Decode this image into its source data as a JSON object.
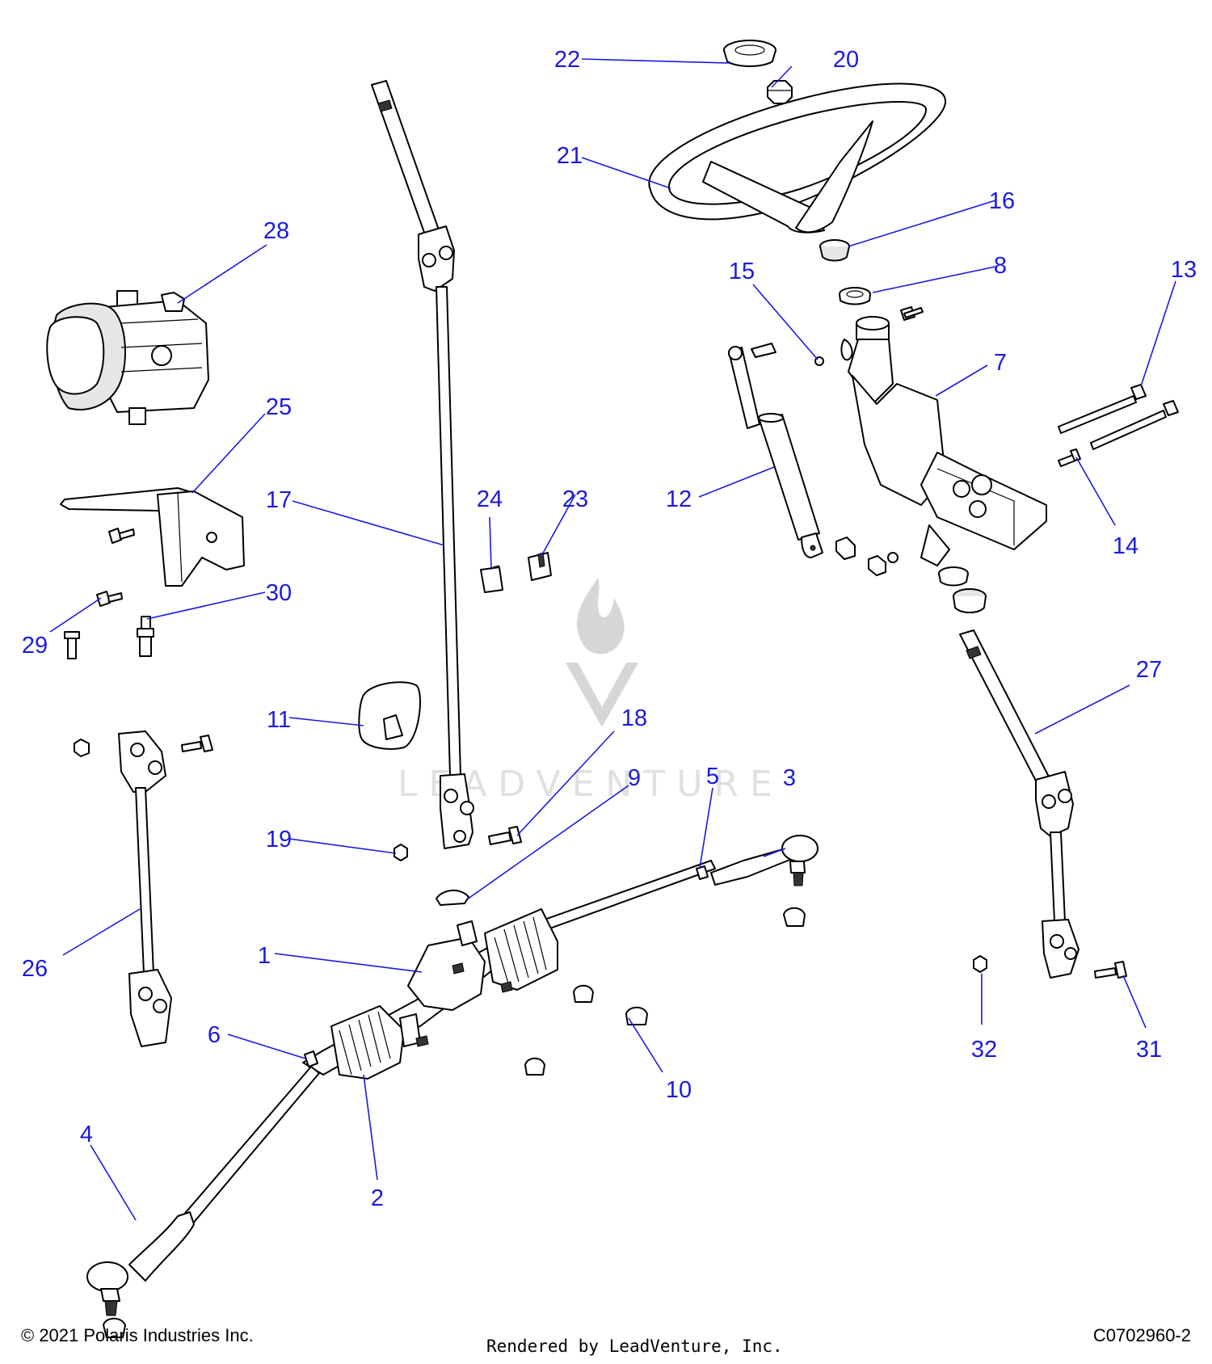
{
  "footer": {
    "copyright": "© 2021 Polaris Industries Inc.",
    "rendered_by": "Rendered by LeadVenture, Inc.",
    "drawing_id": "C0702960-2"
  },
  "watermark": {
    "text": "LEADVENTURE"
  },
  "colors": {
    "label": "#1a1ae0",
    "line": "#000000"
  },
  "callouts": {
    "c1": "1",
    "c2": "2",
    "c3": "3",
    "c4": "4",
    "c5": "5",
    "c6": "6",
    "c7": "7",
    "c8": "8",
    "c9": "9",
    "c10": "10",
    "c11": "11",
    "c12": "12",
    "c13": "13",
    "c14": "14",
    "c15": "15",
    "c16": "16",
    "c17": "17",
    "c18": "18",
    "c19": "19",
    "c20": "20",
    "c21": "21",
    "c22": "22",
    "c23": "23",
    "c24": "24",
    "c25": "25",
    "c26": "26",
    "c27": "27",
    "c28": "28",
    "c29": "29",
    "c30": "30",
    "c31": "31",
    "c32": "32"
  }
}
